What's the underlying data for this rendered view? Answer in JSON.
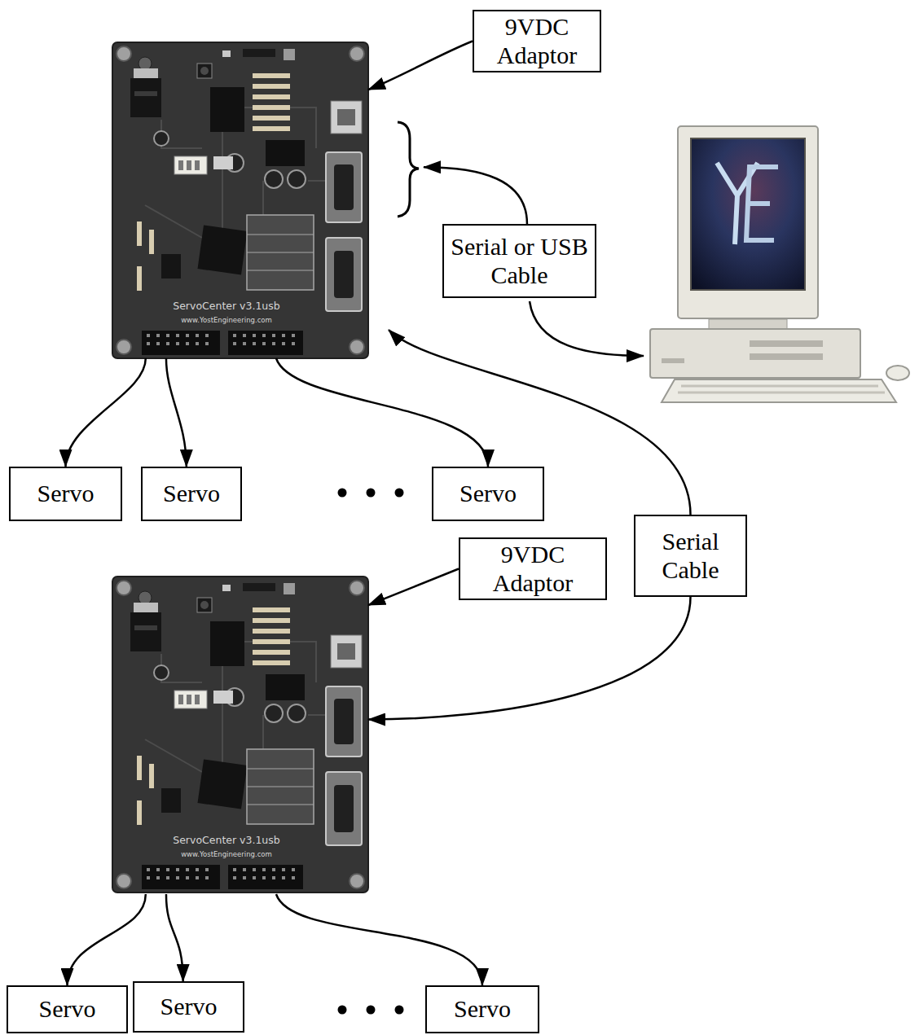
{
  "diagram": {
    "nodes": [
      {
        "text": [
          "9VDC Adaptor"
        ]
      },
      {
        "text": [
          "ServoCenter v3.1usb",
          "www.YostEngineering.com"
        ]
      },
      {
        "text": [
          "Serial or USB Cable"
        ]
      },
      {
        "text": [
          "Servo"
        ]
      },
      {
        "text": [
          "Servo"
        ]
      },
      {
        "text": [
          "Servo"
        ]
      },
      {
        "text": [
          "9VDC Adaptor"
        ]
      },
      {
        "text": [
          "Serial Cable"
        ]
      },
      {
        "text": [
          "ServoCenter v3.1usb",
          "www.YostEngineering.com"
        ]
      },
      {
        "text": [
          "Servo"
        ]
      },
      {
        "text": [
          "Servo"
        ]
      },
      {
        "text": [
          "Servo"
        ]
      }
    ],
    "edges": [
      {
        "from": 0,
        "to": 1,
        "arrow": "to"
      },
      {
        "from": 2,
        "to": 1,
        "arrow": "to"
      },
      {
        "from": 7,
        "to": 1,
        "arrow": "to"
      },
      {
        "from": 7,
        "to": 8,
        "arrow": "to"
      },
      {
        "from": 1,
        "to": 3,
        "arrow": "to"
      },
      {
        "from": 1,
        "to": 4,
        "arrow": "to"
      },
      {
        "from": 1,
        "to": 5,
        "arrow": "to"
      },
      {
        "from": 6,
        "to": 8,
        "arrow": "to"
      },
      {
        "from": 8,
        "to": 9,
        "arrow": "to"
      },
      {
        "from": 8,
        "to": 10,
        "arrow": "to"
      },
      {
        "from": 8,
        "to": 11,
        "arrow": "to"
      }
    ]
  }
}
